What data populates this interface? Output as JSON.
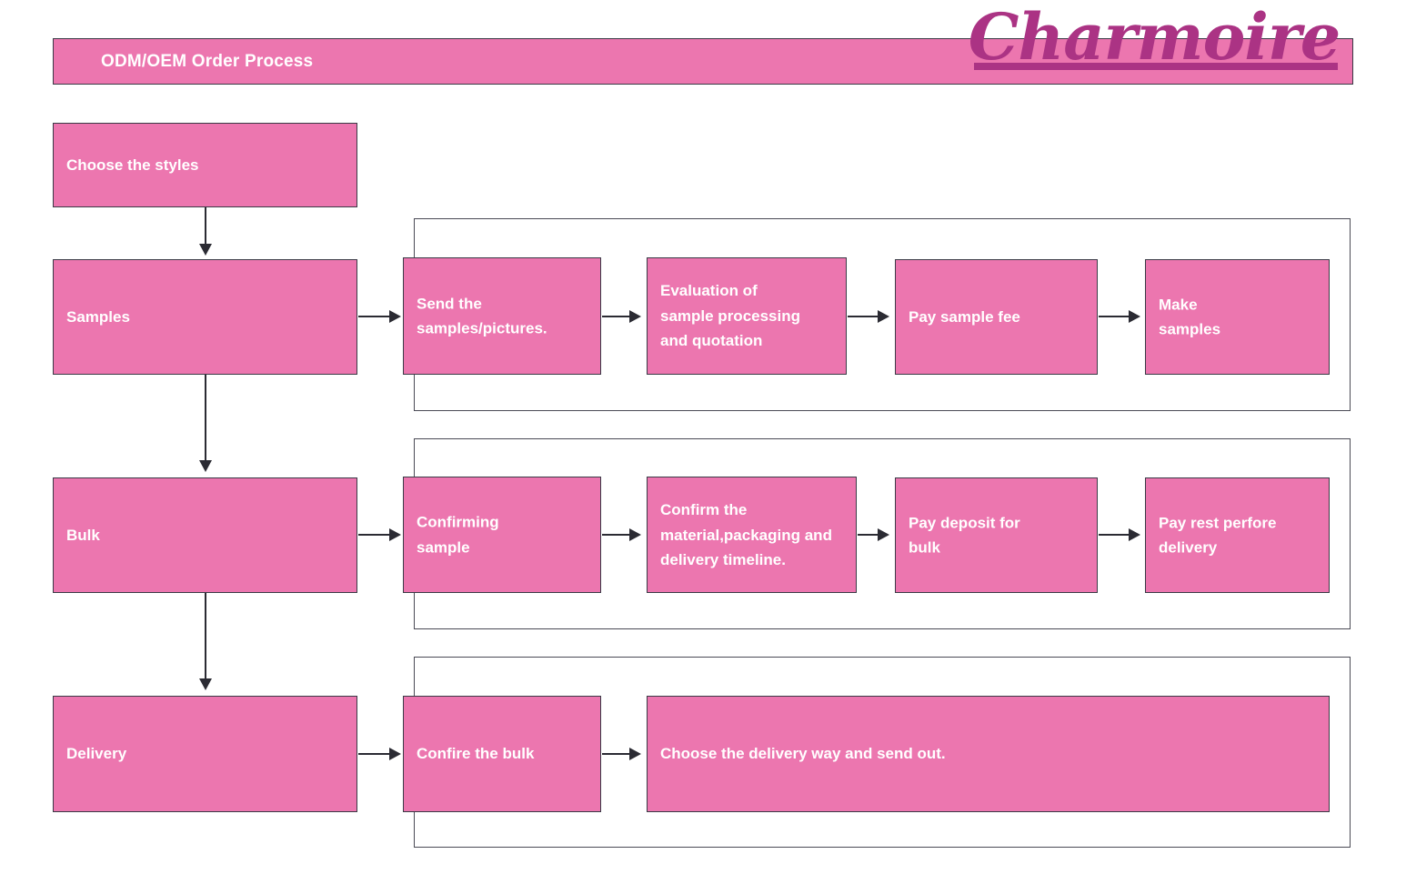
{
  "header": {
    "title": "ODM/OEM Order Process",
    "brand": "Charmoire",
    "brand_color": "#ab3384",
    "bar_color": "#ec76af"
  },
  "theme": {
    "box_fill": "#ec76af",
    "box_border": "#3a3a46",
    "box_text": "#ffffff",
    "connector": "#2b2b33",
    "loop_border": "#4a4a55",
    "background": "#ffffff"
  },
  "flowchart": {
    "type": "process-flow",
    "start_node": {
      "label": "Choose the styles"
    },
    "stages": [
      {
        "name": "samples",
        "stage_label": "Samples",
        "steps": [
          {
            "label": "Send the\nsamples/pictures."
          },
          {
            "label": "Evaluation of\nsample processing\nand quotation"
          },
          {
            "label": "Pay sample fee"
          },
          {
            "label": "Make\nsamples"
          }
        ]
      },
      {
        "name": "bulk",
        "stage_label": "Bulk",
        "steps": [
          {
            "label": "Confirming\nsample"
          },
          {
            "label": "Confirm the\nmaterial,packaging and\ndelivery timeline."
          },
          {
            "label": "Pay deposit for\nbulk"
          },
          {
            "label": "Pay rest perfore\ndelivery"
          }
        ]
      },
      {
        "name": "delivery",
        "stage_label": "Delivery",
        "steps": [
          {
            "label": "Confire the bulk"
          },
          {
            "label": "Choose the delivery way and send out."
          }
        ]
      }
    ]
  }
}
